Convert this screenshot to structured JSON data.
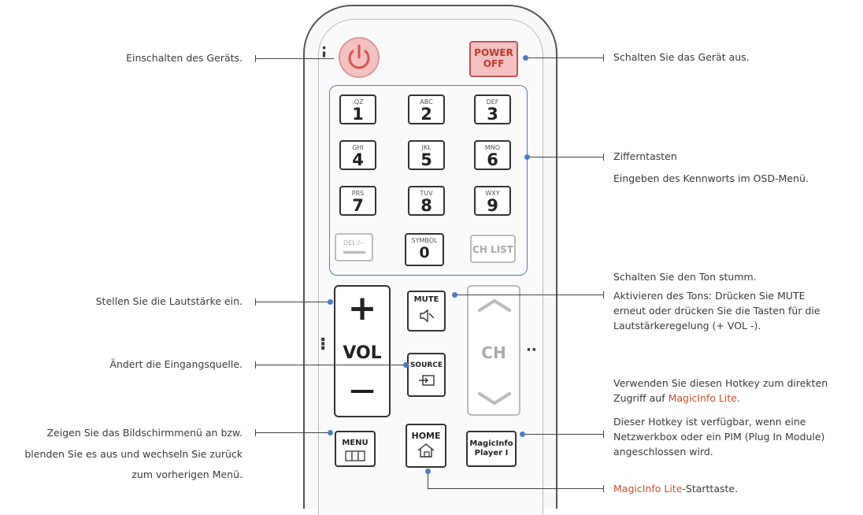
{
  "labels_left": {
    "power_on": "Einschalten des Geräts.",
    "volume": "Stellen Sie die Lautstärke ein.",
    "source": "Ändert die Eingangsquelle.",
    "menu_line1": "Zeigen Sie das Bildschirmmenü an bzw.",
    "menu_line2": "blenden Sie es aus und wechseln Sie zurück",
    "menu_line3": "zum vorherigen Menü."
  },
  "labels_right": {
    "power_off": "Schalten Sie das Gerät aus.",
    "numpad_line1": "Zifferntasten",
    "numpad_line2": "Eingeben des Kennworts im OSD-Menü.",
    "mute_line1": "Schalten Sie den Ton stumm.",
    "mute_line2": "Aktivieren des Tons: Drücken Sie MUTE",
    "mute_line3": "erneut oder drücken Sie die Tasten für die",
    "mute_line4": "Lautstärkeregelung (+ VOL -).",
    "magic_line1": "Verwenden Sie diesen Hotkey zum direkten",
    "magic_line2_prefix": "Zugriff auf ",
    "magic_line2_accent": "MagicInfo Lite",
    "magic_line2_suffix": ".",
    "magic_line3": "Dieser Hotkey ist verfügbar, wenn eine",
    "magic_line4": "Netzwerkbox oder ein PIM (Plug In Module)",
    "magic_line5": "angeschlossen wird.",
    "home_accent": "MagicInfo Lite",
    "home_suffix": "-Starttaste."
  },
  "remote": {
    "power_off_line1": "POWER",
    "power_off_line2": "OFF",
    "numkeys": [
      {
        "sub": ".QZ",
        "num": "1"
      },
      {
        "sub": "ABC",
        "num": "2"
      },
      {
        "sub": "DEF",
        "num": "3"
      },
      {
        "sub": "GHI",
        "num": "4"
      },
      {
        "sub": "JKL",
        "num": "5"
      },
      {
        "sub": "MNO",
        "num": "6"
      },
      {
        "sub": "PRS",
        "num": "7"
      },
      {
        "sub": "TUV",
        "num": "8"
      },
      {
        "sub": "WXY",
        "num": "9"
      }
    ],
    "del_label": "DEL-/--",
    "symbol_label": "SYMBOL",
    "zero_label": "0",
    "chlist_label": "CH LIST",
    "vol_plus": "+",
    "vol_label": "VOL",
    "vol_minus": "—",
    "mute_label": "MUTE",
    "source_label": "SOURCE",
    "ch_label": "CH",
    "menu_label": "MENU",
    "home_label": "HOME",
    "magic_line1": "MagicInfo",
    "magic_line2": "Player I"
  },
  "colors": {
    "accent": "#c8502a",
    "callout_blue": "#4d7cc1",
    "power_key": "#f4c0c0",
    "power_icon": "#d9534f"
  }
}
